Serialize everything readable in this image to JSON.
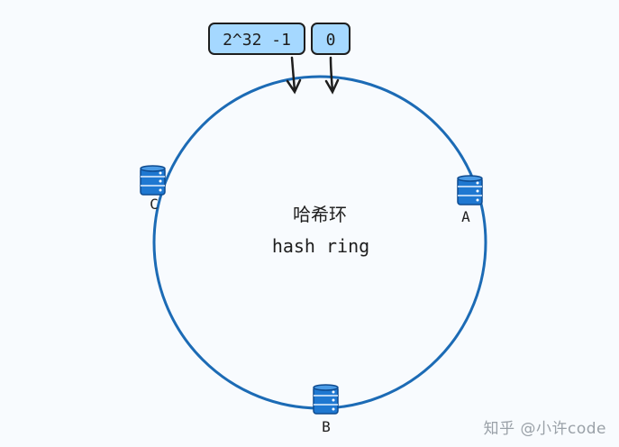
{
  "labels": {
    "max_value": "2^32 -1",
    "zero_value": "0",
    "title_cn": "哈希环",
    "title_en": "hash ring"
  },
  "nodes": [
    {
      "id": "A",
      "label": "A"
    },
    {
      "id": "B",
      "label": "B"
    },
    {
      "id": "C",
      "label": "C"
    }
  ],
  "watermark": "知乎 @小许code",
  "colors": {
    "ring": "#1c6bb5",
    "box_fill": "#a5d8ff",
    "box_stroke": "#1e1e1e",
    "db_fill": "#1f78d1",
    "db_stroke": "#0d4a8f",
    "text": "#1e1e1e",
    "background": "#f8fbfe"
  },
  "icons": [
    "database-icon",
    "arrow-down-icon"
  ]
}
